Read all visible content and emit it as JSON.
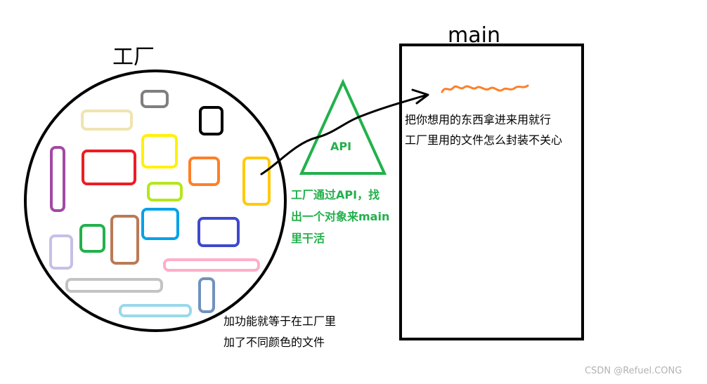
{
  "factory": {
    "title": "工厂",
    "note_lines": [
      "加功能就等于在工厂里",
      "加了不同颜色的文件"
    ],
    "files": [
      {
        "color": "#7f7f7f"
      },
      {
        "color": "#000000"
      },
      {
        "color": "#efe4b0"
      },
      {
        "color": "#fff200"
      },
      {
        "color": "#a349a4"
      },
      {
        "color": "#ed1c24"
      },
      {
        "color": "#ff7f27"
      },
      {
        "color": "#ffc90e"
      },
      {
        "color": "#b5e61d"
      },
      {
        "color": "#00a2e8"
      },
      {
        "color": "#22b14c"
      },
      {
        "color": "#b97a57"
      },
      {
        "color": "#3f48cc"
      },
      {
        "color": "#c8bfe7"
      },
      {
        "color": "#ffaec9"
      },
      {
        "color": "#c3c3c3"
      },
      {
        "color": "#7092be"
      },
      {
        "color": "#99d9ea"
      }
    ]
  },
  "api": {
    "label": "API",
    "note_lines": [
      "工厂通过API，找",
      "出一个对象来main",
      "里干活"
    ],
    "color": "#22b14c"
  },
  "main": {
    "title": "main",
    "note_lines": [
      "把你想用的东西拿进来用就行",
      "工厂里用的文件怎么封装不关心"
    ],
    "scribble_color": "#ff7f27"
  },
  "watermark": "CSDN @Refuel.CONG"
}
